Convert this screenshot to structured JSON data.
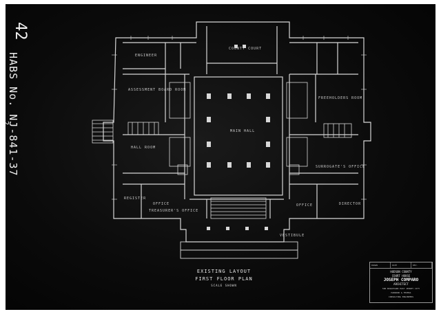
{
  "margin_label": {
    "sheet_number": "42",
    "habs_id": "HABS No. NJ-841-37",
    "sheet_mark": "2."
  },
  "rooms": [
    {
      "id": "council-chamber",
      "label": "County Court"
    },
    {
      "id": "main-hall",
      "label": "Main Hall"
    },
    {
      "id": "assessment-board",
      "label": "Assessment Board Room"
    },
    {
      "id": "hall-room",
      "label": "Hall Room"
    },
    {
      "id": "engineer",
      "label": "Engineer"
    },
    {
      "id": "register",
      "label": "Register"
    },
    {
      "id": "office-sw",
      "label": "Office"
    },
    {
      "id": "treasurer",
      "label": "Treasurer's Office"
    },
    {
      "id": "freeholders",
      "label": "Freeholders Room"
    },
    {
      "id": "surrogate",
      "label": "Surrogate's Office"
    },
    {
      "id": "office-se",
      "label": "Office"
    },
    {
      "id": "director",
      "label": "Director"
    },
    {
      "id": "vestibule",
      "label": "Vestibule"
    }
  ],
  "caption": {
    "line1": "Existing Layout",
    "line2": "First Floor Plan",
    "line3": "Scale Shown"
  },
  "title_block": {
    "revisions": [
      "Drawn",
      "Date",
      "Rev."
    ],
    "project_line1": "Hudson County",
    "project_line2": "Court House",
    "architect_line1": "Joseph Comparo",
    "architect_line2": "Architect",
    "address_line1": "500 Boulevard East  Jersey City",
    "address_line2": "Harwood & Thomas",
    "address_line3": "Consulting Engineers"
  }
}
